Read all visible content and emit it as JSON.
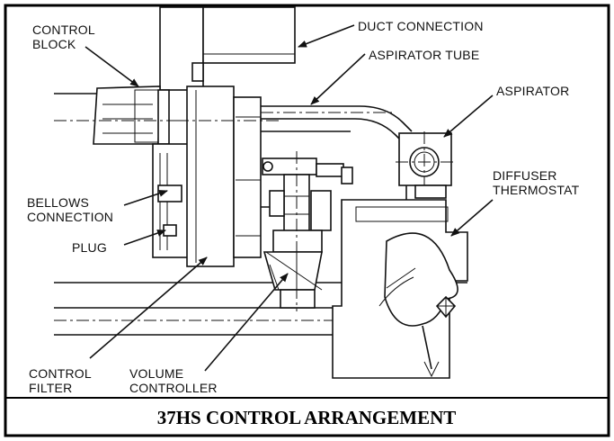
{
  "labels": {
    "control_block": [
      "CONTROL",
      "BLOCK"
    ],
    "duct_connection": "DUCT CONNECTION",
    "aspirator_tube": "ASPIRATOR TUBE",
    "aspirator": "ASPIRATOR",
    "diffuser_thermostat": [
      "DIFFUSER",
      "THERMOSTAT"
    ],
    "bellows_connection": [
      "BELLOWS",
      "CONNECTION"
    ],
    "plug": "PLUG",
    "control_filter": [
      "CONTROL",
      "FILTER"
    ],
    "volume_controller": [
      "VOLUME",
      "CONTROLLER"
    ]
  },
  "caption": "37HS CONTROL ARRANGEMENT"
}
